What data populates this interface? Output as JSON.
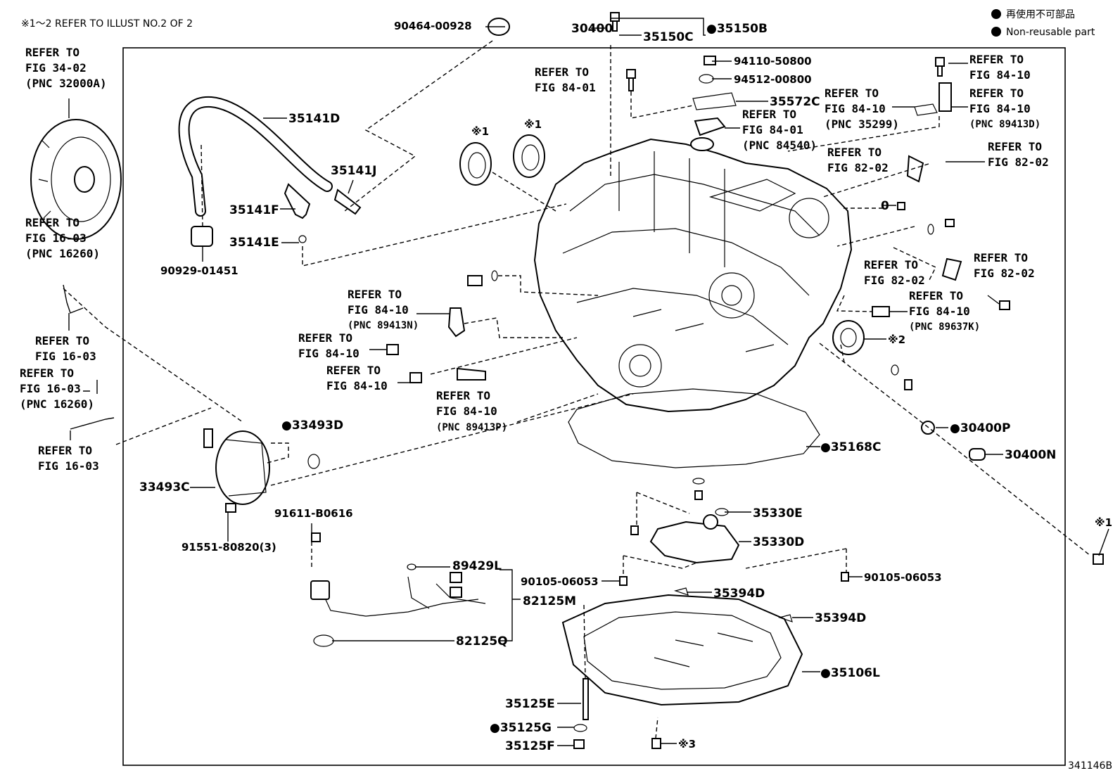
{
  "header_note": "※1～2 REFER TO ILLUST NO.2 OF 2",
  "legend": {
    "jp": "再使用不可部品",
    "en": "Non-reusable part"
  },
  "figure_code": "341146B",
  "part_labels": {
    "p90464": "90464-00928",
    "p30400": "30400",
    "p35150C": "35150C",
    "p35150B": "●35150B",
    "p94110": "94110-50800",
    "p94512": "94512-00800",
    "p35572C": "35572C",
    "p35141D": "35141D",
    "p35141J": "35141J",
    "p35141F": "35141F",
    "p35141E": "35141E",
    "p90929": "90929-01451",
    "p33493D": "●33493D",
    "p33493C": "33493C",
    "p91551": "91551-80820(3)",
    "p91611": "91611-B0616",
    "p89429L": "89429L",
    "p82125M": "82125M",
    "p82125Q": "82125Q",
    "p90105a": "90105-06053",
    "p90105b": "90105-06053",
    "p35330E": "35330E",
    "p35330D": "35330D",
    "p35394Da": "35394D",
    "p35394Db": "35394D",
    "p35106L": "●35106L",
    "p35125E": "35125E",
    "p35125G": "●35125G",
    "p35125F": "35125F",
    "p35168C": "●35168C",
    "p30400P": "●30400P",
    "p30400N": "30400N",
    "mark1a": "※1",
    "mark1b": "※1",
    "mark1c": "※1",
    "mark2": "※2",
    "mark3": "※3"
  },
  "refs": {
    "r1": [
      "REFER TO",
      "FIG 34-02",
      "(PNC 32000A)"
    ],
    "r2": [
      "REFER TO",
      "FIG 16-03",
      "(PNC 16260)"
    ],
    "r3": [
      "REFER TO",
      "FIG 16-03"
    ],
    "r4": [
      "REFER TO",
      "FIG 16-03",
      "(PNC 16260)"
    ],
    "r5": [
      "REFER TO",
      "FIG 16-03"
    ],
    "r6": [
      "REFER TO",
      "FIG 84-01"
    ],
    "r7": [
      "REFER TO",
      "FIG 84-01",
      "(PNC 84540)"
    ],
    "r8": [
      "REFER TO",
      "FIG 84-10",
      "(PNC 35299)"
    ],
    "r9": [
      "REFER TO",
      "FIG 84-10"
    ],
    "r10": [
      "REFER TO",
      "FIG 84-10",
      "(PNC 89413D)"
    ],
    "r11": [
      "REFER TO",
      "FIG 82-02"
    ],
    "r12": [
      "REFER TO",
      "FIG 82-02"
    ],
    "r13": [
      "REFER TO",
      "FIG 82-02"
    ],
    "r14": [
      "REFER TO",
      "FIG 82-02"
    ],
    "r15": [
      "REFER TO",
      "FIG 84-10",
      "(PNC 89637K)"
    ],
    "r16": [
      "REFER TO",
      "FIG 84-10",
      "(PNC 89413N)"
    ],
    "r17": [
      "REFER TO",
      "FIG 84-10"
    ],
    "r18": [
      "REFER TO",
      "FIG 84-10"
    ],
    "r19": [
      "REFER TO",
      "FIG 84-10",
      "(PNC 89413P)"
    ]
  },
  "colors": {
    "ink": "#000000",
    "paper": "#ffffff"
  }
}
